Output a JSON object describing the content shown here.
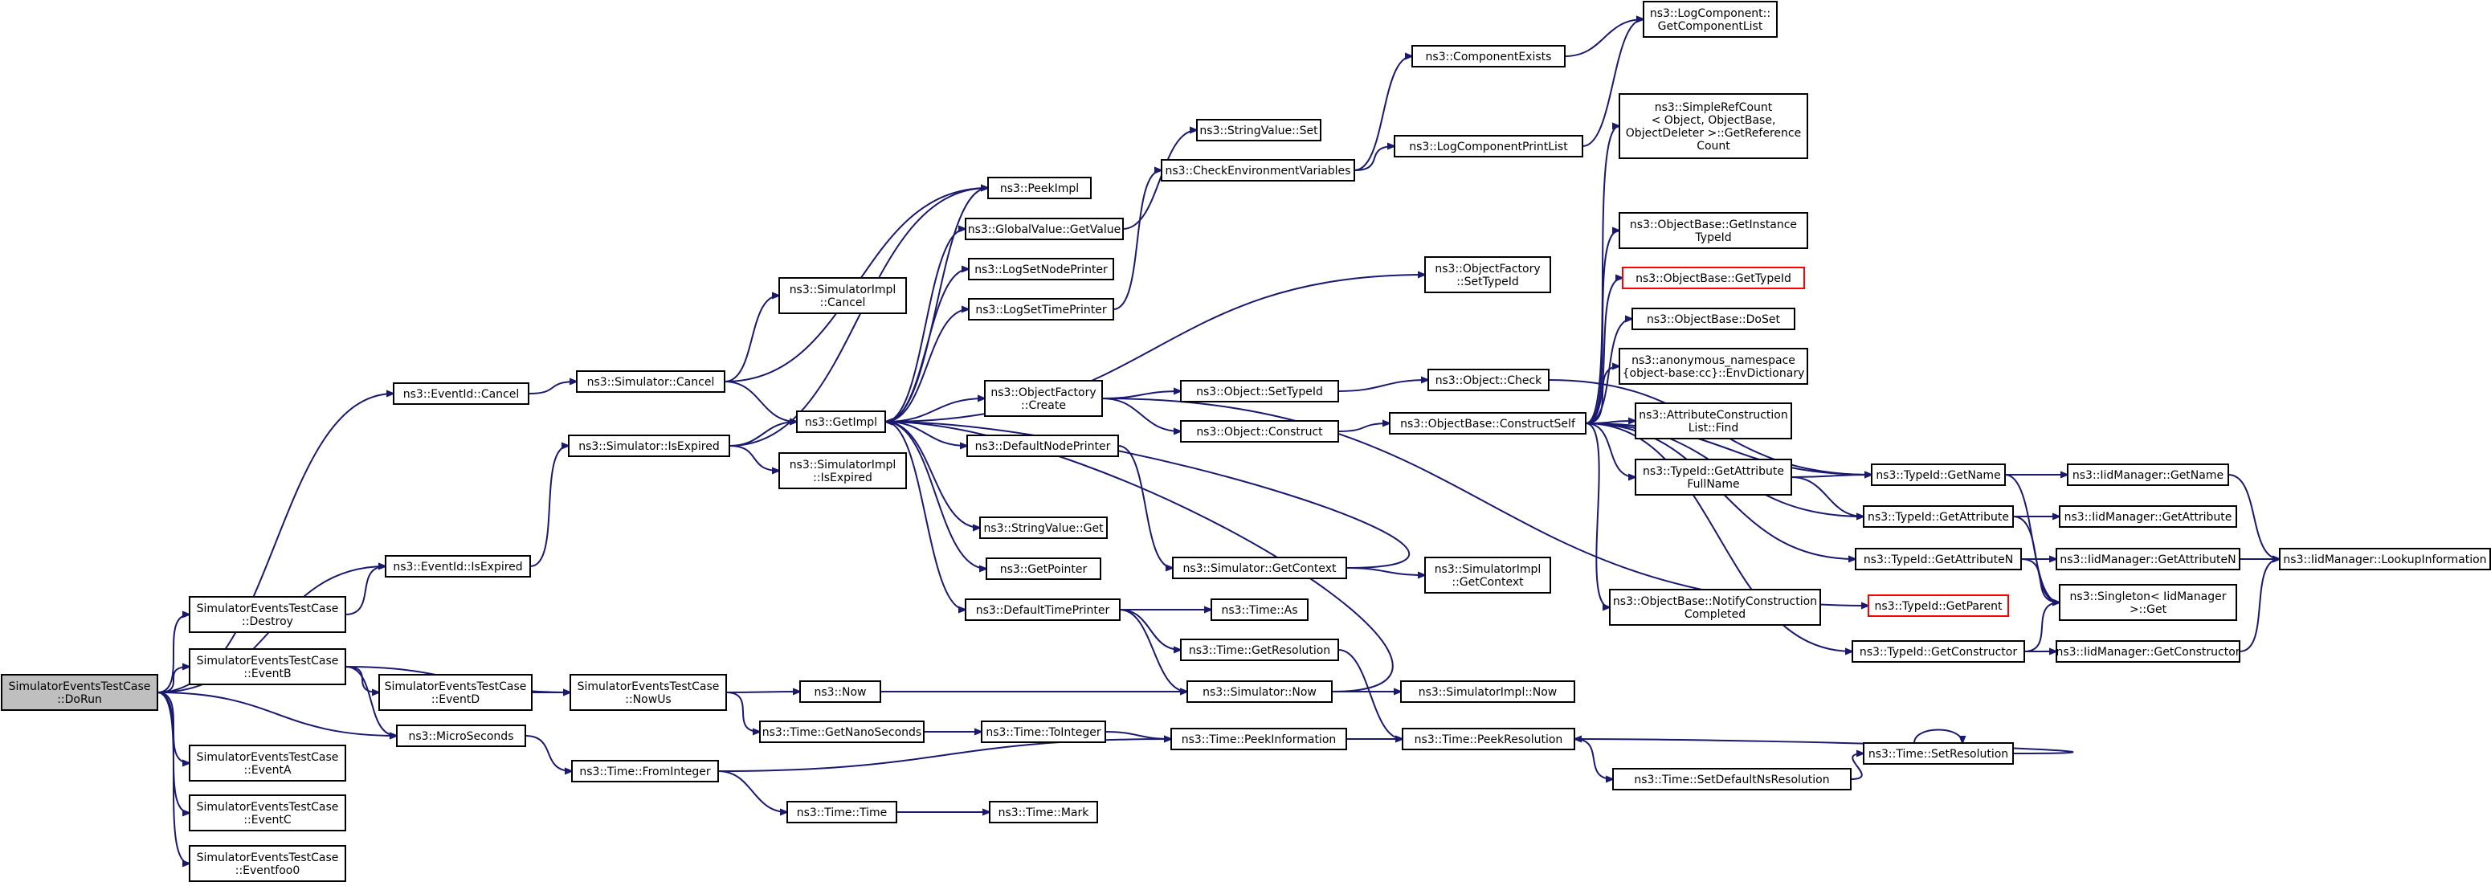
{
  "colors": {
    "edge": "#191970",
    "node_border": "#000000",
    "root_fill": "#bfbfbf",
    "missing_border": "#ff0000"
  },
  "nodes": {
    "root": [
      "SimulatorEventsTestCase",
      "::DoRun"
    ],
    "eventid_cancel": [
      "ns3::EventId::Cancel"
    ],
    "eventid_isexpired": [
      "ns3::EventId::IsExpired"
    ],
    "destroy": [
      "SimulatorEventsTestCase",
      "::Destroy"
    ],
    "eventb": [
      "SimulatorEventsTestCase",
      "::EventB"
    ],
    "eventa": [
      "SimulatorEventsTestCase",
      "::EventA"
    ],
    "eventc": [
      "SimulatorEventsTestCase",
      "::EventC"
    ],
    "eventfoo0": [
      "SimulatorEventsTestCase",
      "::Eventfoo0"
    ],
    "microseconds": [
      "ns3::MicroSeconds"
    ],
    "eventd": [
      "SimulatorEventsTestCase",
      "::EventD"
    ],
    "nowus": [
      "SimulatorEventsTestCase",
      "::NowUs"
    ],
    "sim_cancel": [
      "ns3::Simulator::Cancel"
    ],
    "sim_isexpired": [
      "ns3::Simulator::IsExpired"
    ],
    "simimpl_cancel": [
      "ns3::SimulatorImpl",
      "::Cancel"
    ],
    "simimpl_isexpired": [
      "ns3::SimulatorImpl",
      "::IsExpired"
    ],
    "getimpl": [
      "ns3::GetImpl"
    ],
    "now": [
      "ns3::Now"
    ],
    "time_getnanoseconds": [
      "ns3::Time::GetNanoSeconds"
    ],
    "time_frominteger": [
      "ns3::Time::FromInteger"
    ],
    "time_time": [
      "ns3::Time::Time"
    ],
    "peekimpl": [
      "ns3::PeekImpl"
    ],
    "globalvalue_getvalue": [
      "ns3::GlobalValue::GetValue"
    ],
    "logsetnodeprinter": [
      "ns3::LogSetNodePrinter"
    ],
    "logsettimeprinter": [
      "ns3::LogSetTimePrinter"
    ],
    "objectfactory_create": [
      "ns3::ObjectFactory",
      "::Create"
    ],
    "defaultnodeprinter": [
      "ns3::DefaultNodePrinter"
    ],
    "stringvalue_get": [
      "ns3::StringValue::Get"
    ],
    "getpointer": [
      "ns3::GetPointer"
    ],
    "defaulttimeprinter": [
      "ns3::DefaultTimePrinter"
    ],
    "time_tointeger": [
      "ns3::Time::ToInteger"
    ],
    "time_mark": [
      "ns3::Time::Mark"
    ],
    "stringvalue_set": [
      "ns3::StringValue::Set"
    ],
    "checkenvvars": [
      "ns3::CheckEnvironmentVariables"
    ],
    "object_settypeid": [
      "ns3::Object::SetTypeId"
    ],
    "object_construct": [
      "ns3::Object::Construct"
    ],
    "sim_getcontext": [
      "ns3::Simulator::GetContext"
    ],
    "time_as": [
      "ns3::Time::As"
    ],
    "time_getresolution": [
      "ns3::Time::GetResolution"
    ],
    "sim_now": [
      "ns3::Simulator::Now"
    ],
    "time_peekinformation": [
      "ns3::Time::PeekInformation"
    ],
    "componentexists": [
      "ns3::ComponentExists"
    ],
    "logcomponentprintlist": [
      "ns3::LogComponentPrintList"
    ],
    "objectfactory_settypeid": [
      "ns3::ObjectFactory",
      "::SetTypeId"
    ],
    "object_check": [
      "ns3::Object::Check"
    ],
    "objectbase_constructself": [
      "ns3::ObjectBase::ConstructSelf"
    ],
    "simimpl_getcontext": [
      "ns3::SimulatorImpl",
      "::GetContext"
    ],
    "simimpl_now": [
      "ns3::SimulatorImpl::Now"
    ],
    "time_peekresolution": [
      "ns3::Time::PeekResolution"
    ],
    "time_setdefaultnsresolution": [
      "ns3::Time::SetDefaultNsResolution"
    ],
    "logcomponent_getcomponentlist": [
      "ns3::LogComponent::",
      "GetComponentList"
    ],
    "simplerefcount": [
      "ns3::SimpleRefCount",
      "< Object, ObjectBase,",
      "ObjectDeleter >::GetReference",
      "Count"
    ],
    "objectbase_getinstancetypeid": [
      "ns3::ObjectBase::GetInstance",
      "TypeId"
    ],
    "objectbase_gettypeid": [
      "ns3::ObjectBase::GetTypeId"
    ],
    "objectbase_doset": [
      "ns3::ObjectBase::DoSet"
    ],
    "envdictionary": [
      "ns3::anonymous_namespace",
      "{object-base:cc}::EnvDictionary"
    ],
    "attributeconstructionlist_find": [
      "ns3::AttributeConstruction",
      "List::Find"
    ],
    "typeid_getattributefullname": [
      "ns3::TypeId::GetAttribute",
      "FullName"
    ],
    "objectbase_notifyconstruction": [
      "ns3::ObjectBase::NotifyConstruction",
      "Completed"
    ],
    "typeid_getname": [
      "ns3::TypeId::GetName"
    ],
    "typeid_getattribute": [
      "ns3::TypeId::GetAttribute"
    ],
    "typeid_getattributen": [
      "ns3::TypeId::GetAttributeN"
    ],
    "typeid_getparent": [
      "ns3::TypeId::GetParent"
    ],
    "typeid_getconstructor": [
      "ns3::TypeId::GetConstructor"
    ],
    "time_setresolution": [
      "ns3::Time::SetResolution"
    ],
    "iidmanager_getname": [
      "ns3::IidManager::GetName"
    ],
    "iidmanager_getattribute": [
      "ns3::IidManager::GetAttribute"
    ],
    "iidmanager_getattributen": [
      "ns3::IidManager::GetAttributeN"
    ],
    "singleton_get": [
      "ns3::Singleton< IidManager",
      ">::Get"
    ],
    "iidmanager_getconstructor": [
      "ns3::IidManager::GetConstructor"
    ],
    "iidmanager_lookupinformation": [
      "ns3::IidManager::LookupInformation"
    ]
  }
}
